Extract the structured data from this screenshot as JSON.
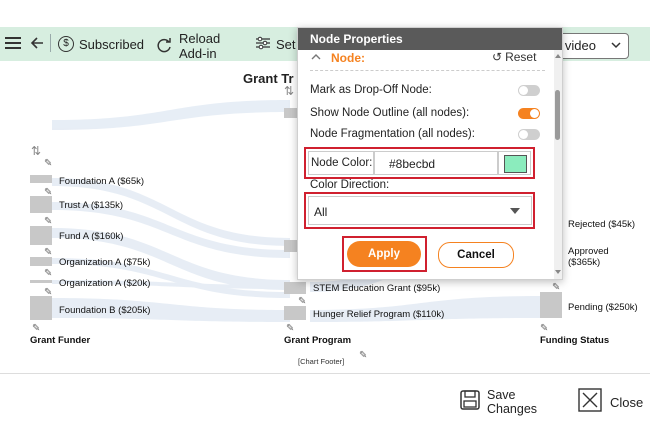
{
  "toolbar": {
    "subscribed_label": "Subscribed",
    "reload_label_line1": "Reload",
    "reload_label_line2": "Add-in",
    "settings_label": "Set",
    "video_label": "o video"
  },
  "chart": {
    "title": "Grant Tr",
    "funders": [
      {
        "label": "Foundation A ($65k)"
      },
      {
        "label": "Trust A ($135k)"
      },
      {
        "label": "Fund A ($160k)"
      },
      {
        "label": "Organization A ($75k)"
      },
      {
        "label": "Organization A ($20k)"
      },
      {
        "label": "Foundation B ($205k)"
      }
    ],
    "programs": [
      {
        "label": "STEM Education Grant ($95k)"
      },
      {
        "label": "Hunger Relief Program ($110k)"
      }
    ],
    "statuses": [
      {
        "label": "Rejected ($45k)"
      },
      {
        "label_line1": "Approved",
        "label_line2": "($365k)"
      },
      {
        "label": "Pending ($250k)"
      }
    ],
    "axis_grant_funder": "Grant Funder",
    "axis_grant_program": "Grant Program",
    "axis_funding_status": "Funding Status",
    "footer": "[Chart Footer]"
  },
  "panel": {
    "header": "Node Properties",
    "section_label": "Node:",
    "reset_label": "Reset",
    "mark_dropoff_label": "Mark as Drop-Off Node:",
    "mark_dropoff_on": false,
    "show_outline_label": "Show Node Outline (all nodes):",
    "show_outline_on": true,
    "fragmentation_label": "Node Fragmentation (all nodes):",
    "fragmentation_on": false,
    "node_color_label": "Node Color:",
    "node_color_value": "#8becbd",
    "color_direction_label": "Color Direction:",
    "color_direction_value": "All",
    "apply_label": "Apply",
    "cancel_label": "Cancel"
  },
  "bottom": {
    "save_line1": "Save",
    "save_line2": "Changes",
    "close_label": "Close"
  },
  "colors": {
    "toolbar_bg": "#d7eee0",
    "accent_orange": "#f58220",
    "highlight_red": "#d0202f",
    "swatch": "#8becbd"
  }
}
